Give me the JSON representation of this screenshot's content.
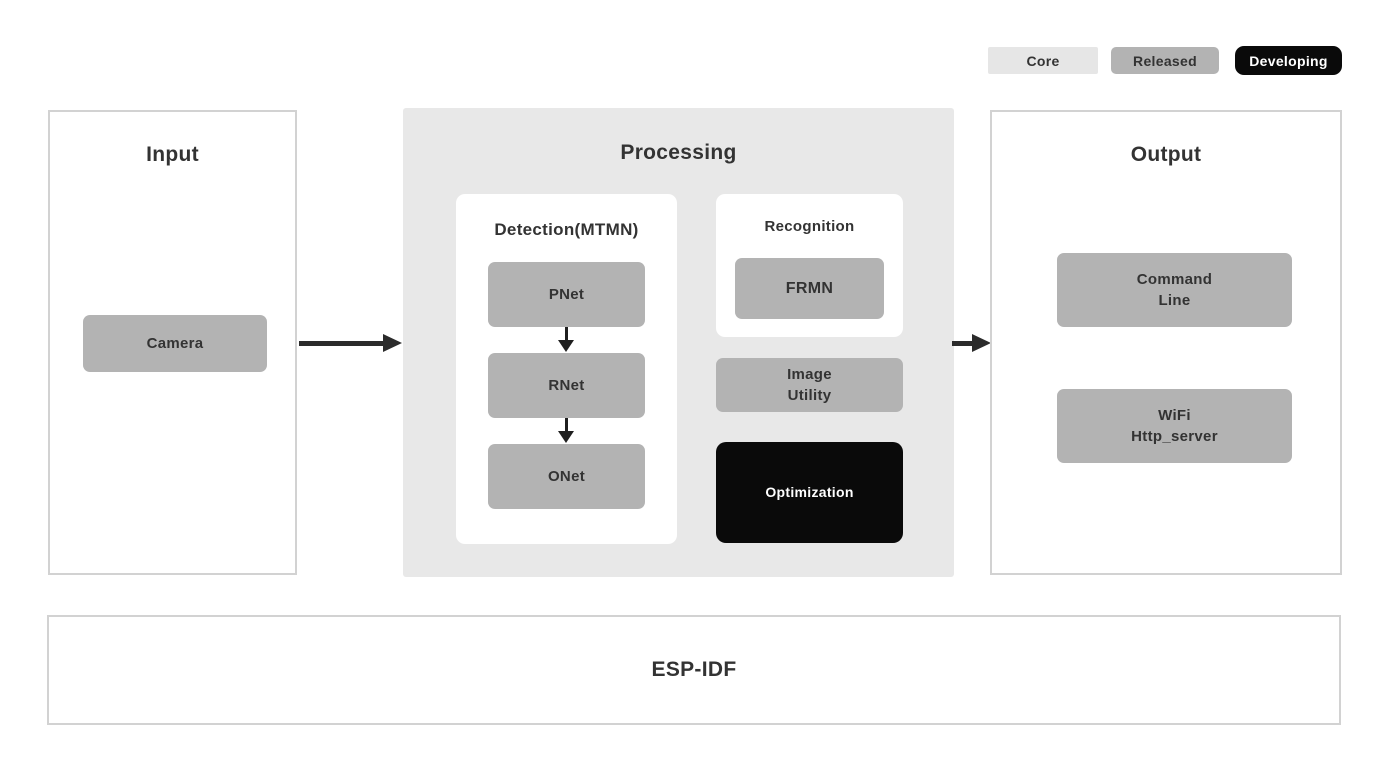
{
  "legend": {
    "core": {
      "label": "Core"
    },
    "released": {
      "label": "Released"
    },
    "developing": {
      "label": "Developing"
    }
  },
  "input": {
    "title": "Input",
    "camera_label": "Camera"
  },
  "processing": {
    "title": "Processing",
    "detection": {
      "title": "Detection(MTMN)",
      "pnet_label": "PNet",
      "rnet_label": "RNet",
      "onet_label": "ONet"
    },
    "recognition": {
      "title": "Recognition",
      "frmn_label": "FRMN"
    },
    "image_utility": {
      "line1": "Image",
      "line2": "Utility"
    },
    "optimization_label": "Optimization"
  },
  "output": {
    "title": "Output",
    "command_line": {
      "line1": "Command",
      "line2": "Line"
    },
    "wifi_server": {
      "line1": "WiFi",
      "line2": "Http_server"
    }
  },
  "foundation": {
    "title": "ESP-IDF"
  },
  "colors": {
    "core_bg": "#e6e6e6",
    "released_bg": "#b3b3b3",
    "developing_bg": "#0a0a0a",
    "processing_bg": "#e8e8e8",
    "panel_border": "#d2d2d2",
    "text": "#333333",
    "arrow": "#2b2b2b"
  }
}
